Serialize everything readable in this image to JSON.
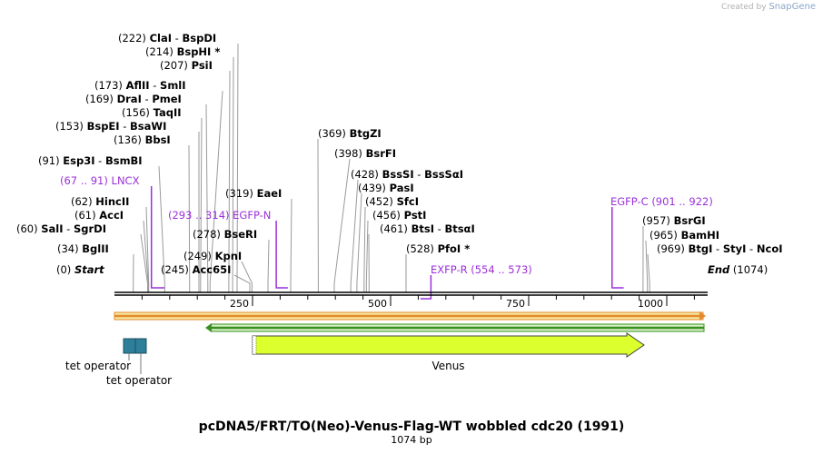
{
  "watermark": {
    "prefix": "Created by",
    "brand": "SnapGene"
  },
  "title": "pcDNA5/FRT/TO(Neo)-Venus-Flag-WT wobbled cdc20 (1991)",
  "subtitle": "1074 bp",
  "ruler": [
    {
      "label": "250",
      "pos": 250
    },
    {
      "label": "500",
      "pos": 500
    },
    {
      "label": "750",
      "pos": 750
    },
    {
      "label": "1000",
      "pos": 1000
    }
  ],
  "sites": [
    {
      "num": "(222)",
      "name": "ClaI",
      "sep": " - ",
      "name2": "BspDI",
      "pos": 222
    },
    {
      "num": "(214)",
      "name": "BspHI *",
      "pos": 214
    },
    {
      "num": "(207)",
      "name": "PsiI",
      "pos": 207
    },
    {
      "num": "(173)",
      "name": "AflII",
      "sep": " - ",
      "name2": "SmlI",
      "pos": 173
    },
    {
      "num": "(169)",
      "name": "DraI",
      "sep": " - ",
      "name2": "PmeI",
      "pos": 169
    },
    {
      "num": "(156)",
      "name": "TaqII",
      "pos": 156
    },
    {
      "num": "(153)",
      "name": "BspEI",
      "sep": " - ",
      "name2": "BsaWI",
      "pos": 153
    },
    {
      "num": "(136)",
      "name": "BbsI",
      "pos": 136
    },
    {
      "num": "(91)",
      "name": "Esp3I",
      "sep": " - ",
      "name2": "BsmBI",
      "pos": 91
    },
    {
      "num": "(62)",
      "name": "HincII",
      "pos": 62
    },
    {
      "num": "(61)",
      "name": "AccI",
      "pos": 61
    },
    {
      "num": "(60)",
      "name": "SalI",
      "sep": " - ",
      "name2": "SgrDI",
      "pos": 60
    },
    {
      "num": "(34)",
      "name": "BglII",
      "pos": 34
    },
    {
      "num": "(319)",
      "name": "EaeI",
      "pos": 319
    },
    {
      "num": "(278)",
      "name": "BseRI",
      "pos": 278
    },
    {
      "num": "(249)",
      "name": "KpnI",
      "pos": 249
    },
    {
      "num": "(245)",
      "name": "Acc65I",
      "pos": 245
    },
    {
      "num": "(369)",
      "name": "BtgZI",
      "pos": 369
    },
    {
      "num": "(398)",
      "name": "BsrFI",
      "pos": 398
    },
    {
      "num": "(428)",
      "name": "BssSI",
      "sep": " - ",
      "name2": "BssSαI",
      "pos": 428
    },
    {
      "num": "(439)",
      "name": "PasI",
      "pos": 439
    },
    {
      "num": "(452)",
      "name": "SfcI",
      "pos": 452
    },
    {
      "num": "(456)",
      "name": "PstI",
      "pos": 456
    },
    {
      "num": "(461)",
      "name": "BtsI",
      "sep": " - ",
      "name2": "BtsαI",
      "pos": 461
    },
    {
      "num": "(528)",
      "name": "PfoI *",
      "pos": 528
    },
    {
      "num": "(957)",
      "name": "BsrGI",
      "pos": 957
    },
    {
      "num": "(965)",
      "name": "BamHI",
      "pos": 965
    },
    {
      "num": "(969)",
      "name": "BtgI",
      "sep": " - ",
      "name2": "StyI",
      "sep2": " - ",
      "name3": "NcoI",
      "pos": 969
    }
  ],
  "ends": [
    {
      "num": "(0)",
      "name": "Start"
    },
    {
      "num": "(1074)",
      "name": "End"
    }
  ],
  "primers": [
    {
      "range": "(67 .. 91)",
      "name": "LNCX",
      "start": 67,
      "end": 91
    },
    {
      "range": "(293 .. 314)",
      "name": "EGFP-N",
      "start": 293,
      "end": 314
    },
    {
      "name": "EXFP-R",
      "range": "(554 .. 573)",
      "start": 554,
      "end": 573
    },
    {
      "name": "EGFP-C",
      "range": "(901 .. 922)",
      "start": 901,
      "end": 922
    }
  ],
  "features": [
    {
      "name": "tet operator",
      "start": 17,
      "end": 36,
      "color": "#2e7f9a"
    },
    {
      "name": "tet operator",
      "start": 36,
      "end": 55,
      "color": "#2e7f9a"
    },
    {
      "name": "Venus",
      "start": 252,
      "end": 969,
      "color": "#dcff2e"
    }
  ],
  "colors": {
    "primer": "#9b30d9",
    "orange_arrow": "#e58a2a",
    "green_arrow": "#3a8f22",
    "venus": "#dcff2e"
  }
}
